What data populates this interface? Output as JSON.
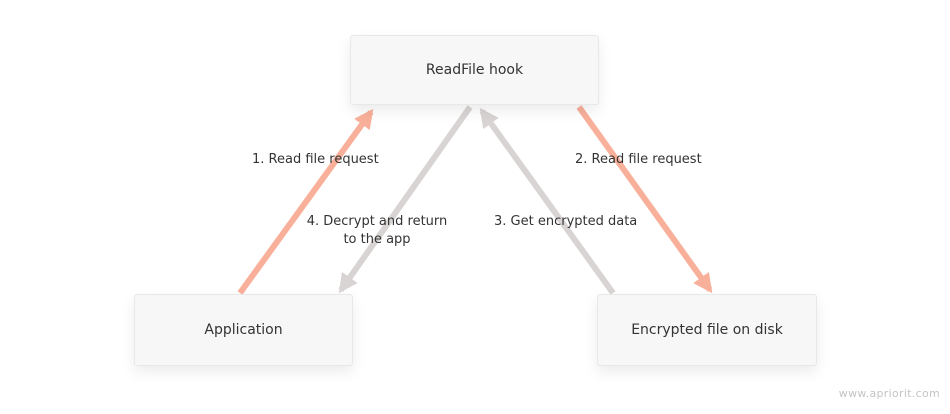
{
  "nodes": {
    "hook": "ReadFile hook",
    "application": "Application",
    "disk": "Encrypted file on disk"
  },
  "edges": {
    "app_to_hook": "1. Read file request",
    "hook_to_disk": "2. Read file request",
    "disk_to_hook": "3. Get encrypted data",
    "hook_to_app": "4. Decrypt and return to the app"
  },
  "colors": {
    "request_arrow": "#f9b09a",
    "return_arrow": "#d9d4d4"
  },
  "watermark": "www.apriorit.com"
}
